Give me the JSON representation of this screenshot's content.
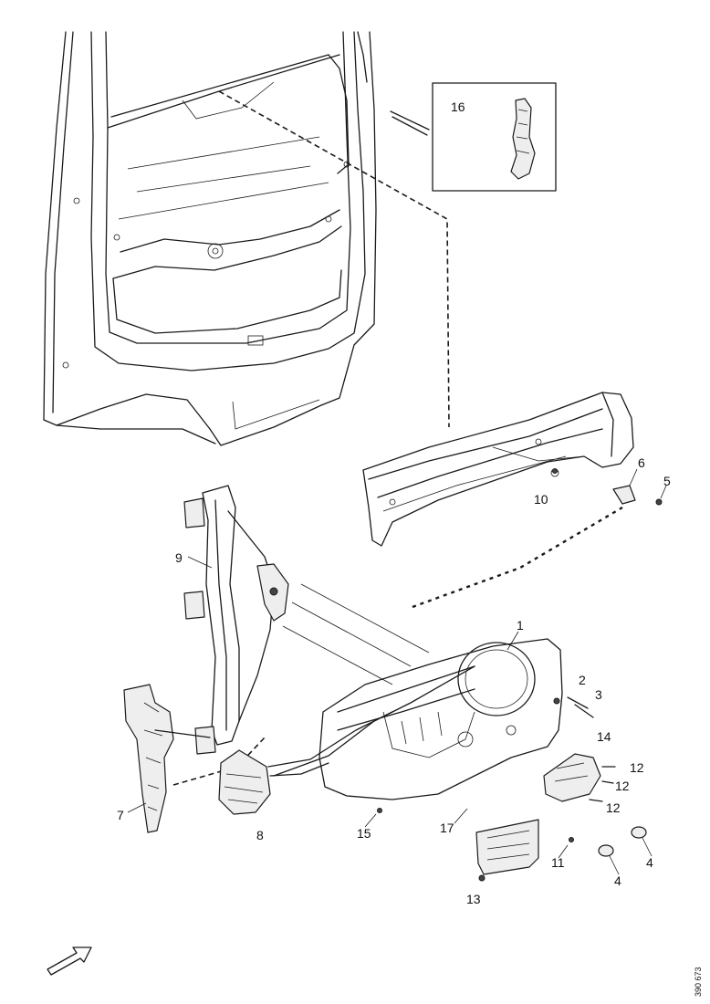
{
  "diagram": {
    "callouts": [
      {
        "id": "1",
        "text": "1"
      },
      {
        "id": "2",
        "text": "2"
      },
      {
        "id": "3",
        "text": "3"
      },
      {
        "id": "4a",
        "text": "4"
      },
      {
        "id": "4b",
        "text": "4"
      },
      {
        "id": "5",
        "text": "5"
      },
      {
        "id": "6",
        "text": "6"
      },
      {
        "id": "7",
        "text": "7"
      },
      {
        "id": "8",
        "text": "8"
      },
      {
        "id": "9",
        "text": "9"
      },
      {
        "id": "10",
        "text": "10"
      },
      {
        "id": "11",
        "text": "11"
      },
      {
        "id": "12a",
        "text": "12"
      },
      {
        "id": "12b",
        "text": "12"
      },
      {
        "id": "12c",
        "text": "12"
      },
      {
        "id": "13",
        "text": "13"
      },
      {
        "id": "14",
        "text": "14"
      },
      {
        "id": "15",
        "text": "15"
      },
      {
        "id": "16",
        "text": "16"
      },
      {
        "id": "17",
        "text": "17"
      }
    ],
    "reference_number": "390 673",
    "direction_arrow": "arrow-icon"
  }
}
